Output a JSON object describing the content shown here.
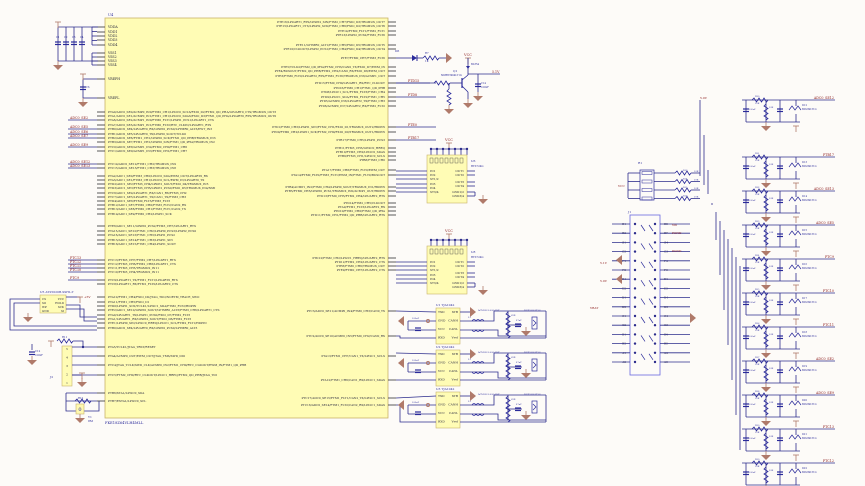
{
  "colors": {
    "background": "#fdfbf8",
    "ic_fill": "#fffcb5",
    "ic_border": "#c9b26a",
    "wire": "#2c2c8c",
    "net_label": "#8b1a1a",
    "ground": "#b07a6a",
    "component": "#2a2a9a"
  },
  "mcu": {
    "ref": "U4",
    "part": "FKE18Z64VLH4MLL",
    "left_power_pins": [
      "VDDA",
      "VDD1",
      "VDD2",
      "VDD3",
      "VDD4",
      "VSS1",
      "VSS2",
      "VSS3",
      "VSS4",
      "VREFH",
      "VREFL"
    ],
    "left_signal_pins": [
      "PTA0/ADC0_SE0/ACMP0_IN0/FTM2_CH1/LPI2C0_SCLS/FXIO_D2/FTM2_QD_PHA/LPUART0_CTS/TRGMUX_OUT3",
      "PTA1/ADC0_SE1/ACMP0_IN1/FTM1_CH1/LPI2C0_SDAS/FXIO_D3/FTM1_QD_PHA/LPUART0_RTS/TRGMUX_OUT0",
      "PTA6/ADC0_SE2/ACMP1_IN0/FTM0_FLT1/LPSPI1_PCS1/LPUART1_CTS",
      "PTA7/ADC0_SE3/ACMP1_IN1/FTM0_FLT2/RTC_CLKIN/LPUART1_RTS",
      "PTB0/ADC0_SE4/LPUART0_RX/LPSPI0_PCS0/LPTMR0_ALT3/PWT_IN3",
      "PTB1/ADC0_SE5/LPUART0_TX/LPSPI0_SOUT/TCLK0",
      "PTB2/ADC0_SE6/FTM1_CH1/LPSPI0_SCK/FTM1_QD_PHB/TRGMUX_IN3",
      "PTB3/ADC0_SE7/FTM1_CH1/LPSPI0_SIN/FTM1_QD_PHA/TRGMUX_IN2",
      "PTC0/ADC0_SE8/ACMP1_IN4/FTM0_CH0/FTM1_CH6",
      "PTC1/ADC0_SE9/ACMP1_IN3/FTM0_CH1/FTM1_CH7",
      "PTC14/ADC0_SE12/FTM1_CH2/TRGMUX_IN9",
      "PTC15/ADC0_SE13/FTM1_CH3/TRGMUX_IN8",
      "PTA2/ADC1_SE0/FTM3_CH0/LPI2C0_SDA/EWM_OUT/LPUART0_RX",
      "PTA3/ADC1_SE1/FTM3_CH1/LPI2C0_SCL/EWM_IN/LPUART0_TX",
      "PTD2/ADC1_SE2/FTM3_CH4/LPSPI1_SOUT/FXIO_D4/TRGMUX_IN5",
      "PTD3/ADC1_SE3/FTM3_CH5/LPSPI1_PCS0/FXIO_D5/TRGMUX_IN4/NMI",
      "PTC6/ADC1_SE4/LPUART1_RX/CAN1_RX/FTM3_CH2",
      "PTC7/ADC1_SE5/LPUART1_TX/CAN1_TX/FTM3_CH3",
      "PTD4/ADC1_SE6/FTM0_FLT3/FTM3_FLT3",
      "PTB12/ADC1_SE7/FTM0_CH0/FTM3_FLT2/CAN2_RX",
      "PTB13/ADC1_SE8/FTM0_CH1/FTM3_FLT1/CAN2_TX",
      "PTB14/ADC1_SE9/FTM0_CH2/LPSPI1_SCK",
      "PTE6/ADC1_SE11/LPSPI0_PCS2/FTM3_CH7/LPUART1_RTS",
      "PTA15/ADC1_SE12/FTM1_CH2/LPSPI0_PCS3/LPSPI2_PCS0",
      "PTA16/ADC1_SE13/FTM1_CH3/LPSPI1_PCS2",
      "PTB15/ADC1_SE14/FTM1_CH3/LPSPI1_SIN",
      "PTB16/ADC1_SE15/FTM1_CH4/LPSPI1_SOUT",
      "PTC13/FTM3_CH7/FTM2_CH7/LPUART1_RTS",
      "PTC12/FTM3_CH6/FTM2_CH6/LPUART1_CTS",
      "PTC11/FTM3_CH5/TRGMUX_IN11",
      "PTC10/FTM3_CH4/TRGMUX_IN11",
      "PTC9/LPUART1_TX/FTM1_FLT1/LPUART0_RTS",
      "PTC8/LPUART1_RX/FTM1_FLT0/LPUART0_CTS",
      "PTA10/FTM1_CH4/FXIO_D0/JTAG_TDO/NOETM_TRACE_SWO",
      "PTA11/FTM1_CH5/FXIO_D1",
      "PTD0/LPSPI1_SCK/TCLK1/LPI2C1_SDA/FTM2_FLT2/HDPIN",
      "PTE2/ADC1_SE10/LPSPI0_SOUT/LPTMR0_ALT3/FTM3_CH6/LPUART1_CTS",
      "PTA0/LPUART1_TX/LPSPI1_PCS0/FXIO_D7/FTM2_FLT3",
      "PTA1/LPUART1_RX/LPSPI2_SOUT/FXIO_D6/FTM2_FLT3",
      "PTE1/LPSPI0_SIN/LPI2C0_HREQ/LPI2C1_SCL/FTM2_FLT1/HDPIN",
      "PTB0/ADC0_SE4/LPUART0_RX/LPSPI0_PCS0/LPTMR0_ALT3",
      "PTA5/TCLK1/JTAG_TRST/RESET",
      "PTA4/ACMP0_OUT/EWM_OUT/JTAG_TMS/SWD_DIO",
      "PTC4/JTAG_TCLK/SWD_CLK/ACMP0_IN2/FTM1_CH0/RTC_CLKOUT/EWM_IN/FTM1_QD_PHB",
      "PTC5/FTM2_CH0/RTC_CLKOUT/LPI2C1_HREQ/FTM2_QD_PHB/JTAG_TDI",
      "PTB6/XTAL/LPI2C0_SDA",
      "PTB7/EXTAL/LPI2C0_SCL"
    ],
    "right_pins": [
      "PTE16/LPUART1_RTS/LPSPI2_SIN/FTM2_CH7/FXIO_D3/TRGMUX_OUT7",
      "PTE15/LPUART1_CTS/LPSPI2_SCK/FTM2_CH6/FXIO_D2/TRGMUX_OUT6",
      "PTE14/FTM0_FLT1/FTM2_FLT1",
      "PTE13/LPSPI2_PCS2/FTM2_FLT0",
      "PTE11/LPTMR0_ALT1/FTM2_CH5/FXIO_D5/TRGMUX_OUT5",
      "PTE10/CLKOUT/LPSPI2_PCS1/FTM2_CH4/FXIO_D4/TRGMUX_OUT4",
      "PTE7/FTM0_CH7/FTM3_FLT0",
      "PTE5/TCLK2/FTM2_QD_PHA/FTM2_CH3/CAN0_TX/FXIO_D7/EWM_IN",
      "PTE4/BUSOUT/FTM2_QD_PHB/FTM2_CH2/CAN0_RX/FXIO_D6/EWM_OUT",
      "PTE3/FTM0_FLT0/LPUART2_RTS/FTM2_FLT0/TRGMUX_IN6/ACMP1_OUT",
      "PTD15/FTM0_CH0/LPUART1_RX/RTC_CLKOUT",
      "PTD16/FTM0_CH1/FTM1_QD_PHB",
      "PTD8/LPI2C1_SCL/FTM2_FLT3/FTM1_CH4",
      "PTD9/LPI2C1_SDA/FTM2_FLT2/FTM1_CH5",
      "PTD5/ACMP0_IN6/LPUART2_TX/FTM2_CH3",
      "PTD6/ACMP0_IN7/LPUART2_RX/FTM2_FLT2",
      "PTD1/FTM0_CH3/LPSPI1_SIN/FTM2_CH1/FXIO_D1/TRGMUX_OUT2/HDPIN",
      "PTD0/FTM0_CH2/LPSPI1_SCK/FTM2_CH0/FXIO_D0/TRGMUX_OUT1/HDPIN",
      "PTB17/FTM0_CH5/LPSPI1_PCS3",
      "PTB11/FTM3_CH3/LPI2C0_HREQ",
      "PTB10/FTM3_CH2/LPI2C0_SDAS",
      "PTB9/FTM3_CH1/LPI2C0_SCLS",
      "PTB8/FTM3_CH0",
      "PTA17/FTM0_CH6/FTM3_FLT0/EWM_OUT",
      "PTA14/FTM0_FLT0/FTM3_FLT1/EWM_IN/FTM1_FLT0/BUSOUT",
      "PTB4/ACMP1_IN2/FTM0_CH4/LPSPI0_SOUT/TRGMUX_IN1/HDPIN",
      "PTB5/FTM0_CH5/LPSPI0_PCS1/TRGMUX_IN0/ACMP1_OUT/HDPIN",
      "PTD13/FTM0_CH5/FTM2_CH4/LPUART2_RTS",
      "PTD14/FTM2_CH5/CLKOUT",
      "PTA9/FTM1_FLT3/LPUART2_RX",
      "PTD10/FTM2_CH0/FTM2_QD_PHA",
      "PTD11/FTM2_CH1/FTM2_QD_PHB/LPUART2_RTS",
      "PTD12/FTM2_CH2/LPI2C1_HREQ/LPUART2_RTS",
      "PTD12/FTM2_CH2/LPUART2_CTS",
      "PTE8/FTM0_CH6/TRGMUX_OUT",
      "PTE9/FTM0_CH7/LPUART2_CTS",
      "PTC3/ADC0_SE11/ACMP0_IN4/FTM0_CH3/CAN0_TX",
      "PTC2/ADC0_SE10/ACMP0_IN5/FTM0_CH2/CAN0_RX",
      "PTA13/FTM1_CH7/CAN1_TX/LPI2C1_SCLS",
      "PTA12/FTM1_CH6/CAN1_RX/LPI2C1_SDAS",
      "PTC17/ADC0_SE15/FTM1_FLT1/CAN2_TX/LPI2C1_SCLS",
      "PTC16/ADC0_SE14/FTM1_FLT2/CAN2_RX/LPI2C1_SDAS"
    ]
  },
  "net_labels_left": [
    "ADC0_SE2",
    "ADC0_SE5",
    "ADC0_SE6",
    "ADC0_SE7",
    "ADC0_SE9",
    "ADC0_SE12",
    "ADC0_SE13",
    "PTC13",
    "PTC12",
    "PTC11",
    "PTC10",
    "PTC9"
  ],
  "net_labels_right": [
    "PTD15",
    "PTD8",
    "PTE0",
    "PTB17"
  ],
  "led_driver": {
    "led_ref": "D6",
    "resistor": "R7",
    "resistor_value": "1K",
    "transistor": "Q1",
    "transistor_part": "MMBT3904LT1G",
    "supply": "VCC",
    "net": "5.1V",
    "diode": "BAT54",
    "cap": "C14",
    "cap_value": "100nF"
  },
  "switch_drivers": [
    {
      "ref": "U6",
      "part": "BTS724G",
      "supply": "VCC",
      "inputs": [
        "IN1",
        "IN2",
        "ST1/2",
        "IN3",
        "IN4",
        "ST3/4"
      ],
      "outputs": [
        "OUT1",
        "OUT2",
        "OUT3",
        "OUT4",
        "GND1/2",
        "GND3/4"
      ]
    },
    {
      "ref": "U8",
      "part": "BTS724G",
      "supply": "VCC",
      "inputs": [
        "IN1",
        "IN2",
        "ST1/2",
        "IN3",
        "IN4",
        "ST3/4"
      ],
      "outputs": [
        "OUT1",
        "OUT2",
        "OUT3",
        "OUT4",
        "GND1/2",
        "GND3/4"
      ]
    }
  ],
  "can_transceivers": [
    {
      "ref": "U1",
      "part": "TJA1042",
      "pins_left": [
        "TXD",
        "GND",
        "VCC",
        "RXD"
      ],
      "pins_right": [
        "STB",
        "CANH",
        "CANL",
        "Vref"
      ],
      "choke": "ACM2012-900-2P-T",
      "tvs": "NUP2105LT1G",
      "cap": "47nF",
      "resistors": "62R"
    },
    {
      "ref": "U2",
      "part": "TJA1042",
      "pins_left": [
        "TXD",
        "GND",
        "VCC",
        "RXD"
      ],
      "pins_right": [
        "STB",
        "CANH",
        "CANL",
        "Vref"
      ],
      "choke": "ACM2012-900-2P-T",
      "tvs": "NUP2105LT1G",
      "cap": "47nF",
      "resistors": "62R"
    },
    {
      "ref": "U3",
      "part": "TJA1042",
      "pins_left": [
        "TXD",
        "GND",
        "VCC",
        "RXD"
      ],
      "pins_right": [
        "STB",
        "CANH",
        "CANL",
        "Vref"
      ],
      "choke": "ACM2012-900-2P-T",
      "tvs": "NUP2105LT1G",
      "cap": "47nF",
      "resistors": "62R"
    }
  ],
  "resistor_network": {
    "ref": "R1",
    "supply": "VCC",
    "values": [
      "10K",
      "10K",
      "10K",
      "10K"
    ]
  },
  "connector": {
    "ref": "J1",
    "rows": [
      "B8",
      "B7",
      "G4",
      "G3",
      "F4",
      "F3",
      "E4",
      "E3",
      "D4",
      "D3",
      "C4",
      "C3",
      "B4",
      "B3",
      "A4",
      "A3"
    ],
    "left": [
      "B1",
      "B2",
      "G1",
      "G2",
      "F1",
      "F2",
      "E1",
      "E2",
      "D1",
      "D2",
      "C1",
      "C2",
      "B1",
      "B2",
      "A1",
      "A2"
    ],
    "nets": [
      "Vin",
      "PGND",
      "PGND",
      "VBAT",
      "5.0V",
      "5.1V"
    ]
  },
  "input_channels": [
    {
      "net": "ADC0_SE12",
      "input": "5.0V",
      "diode": "BAV99LT1G"
    },
    {
      "net": "PTB17",
      "diode": "BAV99LT1G"
    },
    {
      "net": "ADC0_SE13",
      "diode": "BAV99LT1G"
    },
    {
      "net": "ADC0_SE5",
      "diode": "BAV99LT1G"
    },
    {
      "net": "PTC9",
      "diode": "BAV99LT1G"
    },
    {
      "net": "PTC10",
      "diode": "BAV99LT1G"
    },
    {
      "net": "PTC11",
      "diode": "BAV99LT1G"
    },
    {
      "net": "ADC0_SE2",
      "input": "5.0V",
      "diode": "BAV99LT1G"
    },
    {
      "net": "ADC0_SE9",
      "diode": "BAV99LT1G"
    },
    {
      "net": "PTC13",
      "diode": "BAV99LT1G"
    },
    {
      "net": "PTC12",
      "diode": "BAV99LT1G"
    }
  ],
  "eeprom": {
    "ref": "U5",
    "part": "AT25020B-SSHL-T",
    "pins": [
      "CS",
      "SO",
      "WP",
      "GND",
      "VCC",
      "HOLD",
      "SCK",
      "SI"
    ],
    "supply": "+5V"
  },
  "debug_header": {
    "ref": "J2",
    "pins": [
      "5",
      "4",
      "3",
      "2",
      "1"
    ],
    "resistor": "R11",
    "resistor_value": "10K",
    "cap": "C12",
    "cap_value": "100nF"
  },
  "crystal": {
    "ref": "Y1",
    "value": "8M",
    "resistor": "R12",
    "resistor_value": "1M"
  },
  "decoupling": {
    "caps": [
      "C1",
      "C2",
      "C3",
      "C4",
      "C5"
    ],
    "value": "100nF",
    "vref_cap": "C6"
  }
}
